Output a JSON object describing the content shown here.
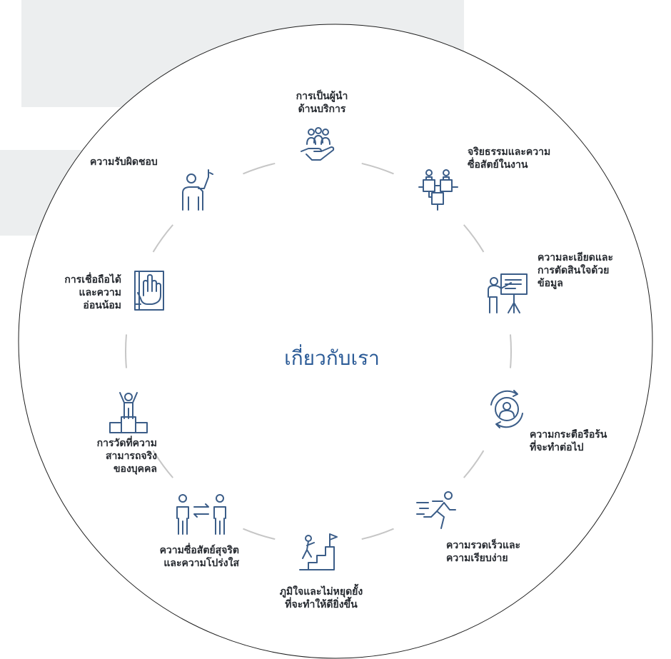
{
  "center_title": "เกี่ยวกับเรา",
  "colors": {
    "icon": "#3b5d88",
    "ring": "#c6c6c6",
    "title": "#2a5a96",
    "label": "#262a30"
  },
  "values": [
    {
      "icon": "people-in-hand-icon",
      "label": "การเป็นผู้นำ\nด้านบริการ"
    },
    {
      "icon": "puzzle-people-icon",
      "label": "จริยธรรมและความ\nซื่อสัตย์ในงาน"
    },
    {
      "icon": "presenter-board-icon",
      "label": "ความละเอียดและ\nการตัดสินใจด้วย\nข้อมูล"
    },
    {
      "icon": "person-cycle-icon",
      "label": "ความกระตือรือร้น\nที่จะทำต่อไป"
    },
    {
      "icon": "running-person-icon",
      "label": "ความรวดเร็วและ\nความเรียบง่าย"
    },
    {
      "icon": "climbing-stairs-icon",
      "label": "ภูมิใจและไม่หยุดยั้ง\nที่จะทำให้ดียิ่งขึ้น"
    },
    {
      "icon": "exchange-people-icon",
      "label": "ความซื่อสัตย์สุจริต\nและความโปร่งใส"
    },
    {
      "icon": "podium-winner-icon",
      "label": "การวัดที่ความ\nสามารถจริง\nของบุคคล"
    },
    {
      "icon": "hand-on-book-icon",
      "label": "การเชื่อถือได้\nและความ\nอ่อนน้อม"
    },
    {
      "icon": "raised-hand-person-icon",
      "label": "ความรับผิดชอบ"
    }
  ]
}
